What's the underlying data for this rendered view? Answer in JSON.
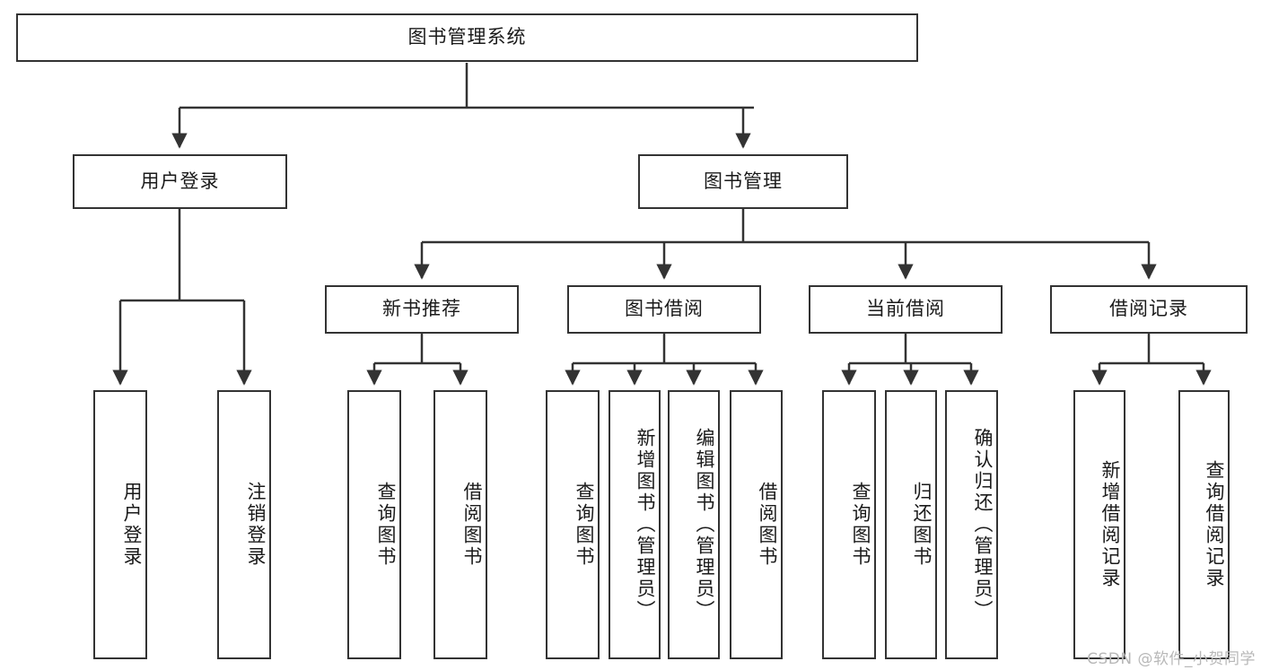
{
  "diagram": {
    "title": "图书管理系统",
    "type": "tree-hierarchy",
    "orientation": "top-down",
    "root": {
      "id": "root",
      "label": "图书管理系统"
    },
    "level2": [
      {
        "id": "user-login",
        "label": "用户登录"
      },
      {
        "id": "book-manage",
        "label": "图书管理"
      }
    ],
    "level3": [
      {
        "id": "new-book-rec",
        "label": "新书推荐",
        "parent": "book-manage"
      },
      {
        "id": "book-borrow",
        "label": "图书借阅",
        "parent": "book-manage"
      },
      {
        "id": "current-borrow",
        "label": "当前借阅",
        "parent": "book-manage"
      },
      {
        "id": "borrow-record",
        "label": "借阅记录",
        "parent": "book-manage"
      }
    ],
    "leaves": [
      {
        "id": "leaf-user-login",
        "label": "用户登录",
        "parent": "user-login"
      },
      {
        "id": "leaf-user-logout",
        "label": "注销登录",
        "parent": "user-login"
      },
      {
        "id": "leaf-query-book-1",
        "label": "查询图书",
        "parent": "new-book-rec"
      },
      {
        "id": "leaf-borrow-book-1",
        "label": "借阅图书",
        "parent": "new-book-rec"
      },
      {
        "id": "leaf-query-book-2",
        "label": "查询图书",
        "parent": "book-borrow"
      },
      {
        "id": "leaf-add-book",
        "label": "新增图书（管理员）",
        "parent": "book-borrow"
      },
      {
        "id": "leaf-edit-book",
        "label": "编辑图书（管理员）",
        "parent": "book-borrow"
      },
      {
        "id": "leaf-borrow-book-2",
        "label": "借阅图书",
        "parent": "book-borrow"
      },
      {
        "id": "leaf-query-book-3",
        "label": "查询图书",
        "parent": "current-borrow"
      },
      {
        "id": "leaf-return-book",
        "label": "归还图书",
        "parent": "current-borrow"
      },
      {
        "id": "leaf-confirm-return",
        "label": "确认归还（管理员）",
        "parent": "current-borrow"
      },
      {
        "id": "leaf-add-record",
        "label": "新增借阅记录",
        "parent": "borrow-record"
      },
      {
        "id": "leaf-query-record",
        "label": "查询借阅记录",
        "parent": "borrow-record"
      }
    ],
    "watermark": "CSDN @软件_小贺同学",
    "colors": {
      "stroke": "#333333",
      "text": "#1a1a1a",
      "background": "#ffffff",
      "watermark": "#b8b8b8"
    }
  }
}
